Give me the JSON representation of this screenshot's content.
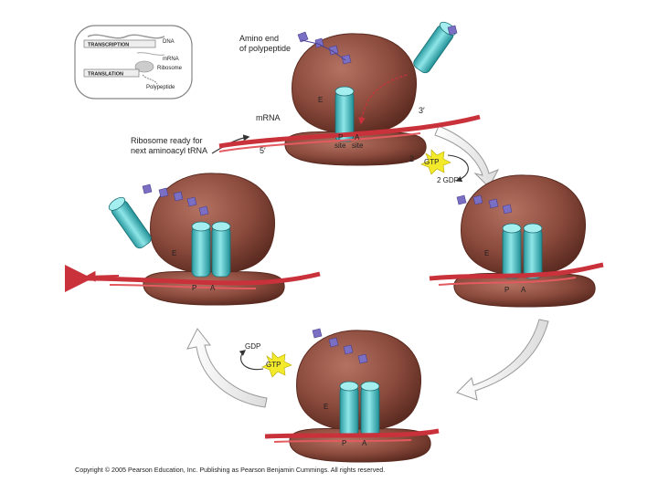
{
  "inset": {
    "transcription": "TRANSCRIPTION",
    "dna": "DNA",
    "mrna": "mRNA",
    "ribosome": "Ribosome",
    "translation": "TRANSLATION",
    "polypeptide": "Polypeptide"
  },
  "labels": {
    "amino_end_line1": "Amino end",
    "amino_end_line2": "of polypeptide",
    "mrna": "mRNA",
    "three_prime": "3′",
    "five_prime": "5′",
    "ready_line1": "Ribosome ready for",
    "ready_line2": "next aminoacyl tRNA",
    "e_site": "E",
    "p_site": "P",
    "a_site": "A",
    "site_word": "site",
    "two": "2",
    "gtp": "GTP",
    "two_gdp": "2 GDP",
    "gdp": "GDP"
  },
  "copyright": "Copyright © 2005 Pearson Education, Inc. Publishing as Pearson Benjamin Cummings. All rights reserved.",
  "colors": {
    "ribosome": "#8a4a3c",
    "ribosome_dark": "#5a2a20",
    "trna": "#4fc3c7",
    "trna_dark": "#1f8f95",
    "mrna": "#c9323a",
    "amino_acid": "#7a6fc2",
    "gtp_star": "#f2ea2b"
  }
}
